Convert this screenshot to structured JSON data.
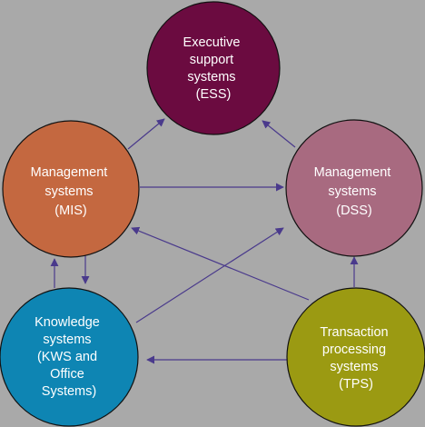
{
  "nodes": {
    "ess": {
      "lines": [
        "Executive",
        "support",
        "systems",
        "(ESS)"
      ],
      "fill": "#6b0b40"
    },
    "mis": {
      "lines": [
        "Management",
        "systems",
        "(MIS)"
      ],
      "fill": "#c46840"
    },
    "dss": {
      "lines": [
        "Management",
        "systems",
        "(DSS)"
      ],
      "fill": "#a86a80"
    },
    "kws": {
      "lines": [
        "Knowledge",
        "systems",
        "(KWS and",
        "Office",
        "Systems)"
      ],
      "fill": "#0e85b3"
    },
    "tps": {
      "lines": [
        "Transaction",
        "processing",
        "systems",
        "(TPS)"
      ],
      "fill": "#9b9a12"
    }
  },
  "colors": {
    "background": "#a9a9a9",
    "circle_stroke": "#111111",
    "arrow": "#4a3a8c",
    "text": "#ffffff"
  }
}
